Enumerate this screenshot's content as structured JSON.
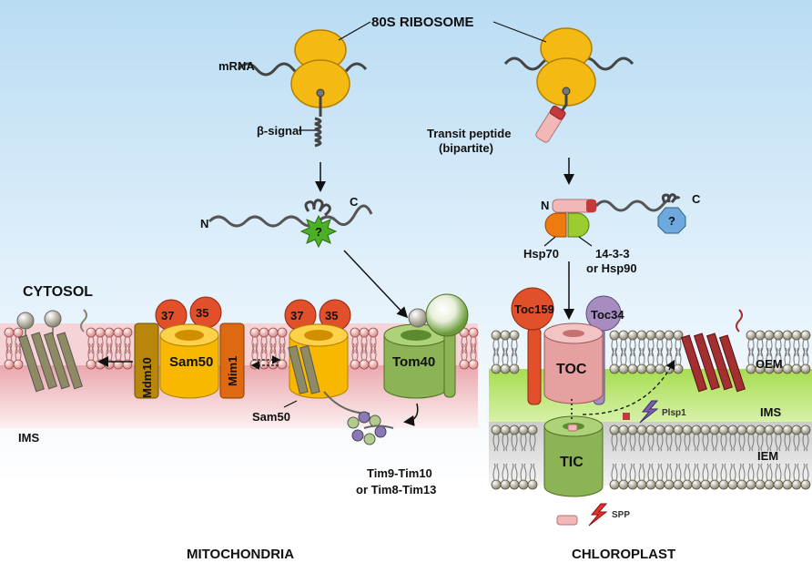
{
  "labels": {
    "ribosome": "80S RIBOSOME",
    "mrna": "mRNA",
    "beta_signal": "β-signal",
    "transit_peptide_1": "Transit peptide",
    "transit_peptide_2": "(bipartite)",
    "n_term": "N",
    "c_term": "C",
    "question": "?",
    "hsp70": "Hsp70",
    "p1433_1": "14-3-3",
    "p1433_2": "or Hsp90",
    "cytosol": "CYTOSOL",
    "ims_left": "IMS",
    "num37": "37",
    "num35": "35",
    "mdm10": "Mdm10",
    "sam50": "Sam50",
    "mim1": "Mim1",
    "sam50_lower": "Sam50",
    "tom40": "Tom40",
    "tim_1": "Tim9-Tim10",
    "tim_2": "or Tim8-Tim13",
    "toc159": "Toc159",
    "toc34": "Toc34",
    "toc": "TOC",
    "tic": "TIC",
    "oem": "OEM",
    "ims_right": "IMS",
    "iem": "IEM",
    "plsp1": "Plsp1",
    "spp": "SPP",
    "mito": "MITOCHONDRIA",
    "chloro": "CHLOROPLAST"
  },
  "colors": {
    "sky_top": "#b9dcf3",
    "membrane_pink": "#e6a3a8",
    "ims_green": "#b5e36a",
    "iem_grey": "#cfcfcf",
    "ribosome": "#f5b914",
    "sam50": "#f9b800",
    "tom40": "#8cb456",
    "mdm10": "#b8860b",
    "mim1": "#dd6a13",
    "subunit_red": "#e2502b",
    "toc": "#e6a0a0",
    "toc34": "#a68cc0",
    "tic": "#8cb456",
    "hsp70": "#ef7a10",
    "p1433": "#9ccd2e",
    "chaperone": "#6fa8dc"
  }
}
